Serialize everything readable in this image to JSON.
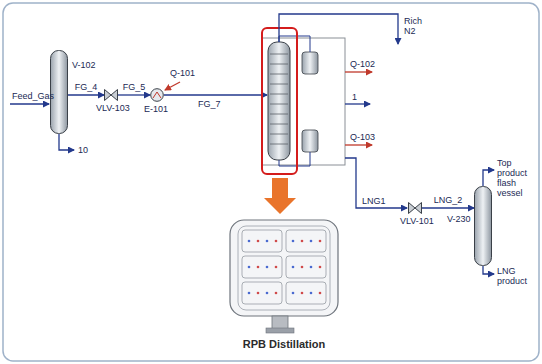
{
  "diagram": {
    "nodes": [
      {
        "text": [
          "V-102"
        ]
      },
      {
        "text": [
          "VLV-103"
        ]
      },
      {
        "text": [
          "E-101"
        ]
      },
      {
        "text": [
          "VLV-101"
        ]
      },
      {
        "text": [
          "V-230"
        ]
      }
    ],
    "edges": [
      {
        "from": 0,
        "to": 1,
        "label": "FG_4",
        "arrow": "to"
      },
      {
        "from": 1,
        "to": 2,
        "label": "FG_5",
        "arrow": "to"
      },
      {
        "from": 3,
        "to": 4,
        "label": "LNG_2",
        "arrow": "to"
      }
    ],
    "labels": [
      "Feed_Gas",
      "10",
      "Q-101",
      "FG_7",
      "Rich N2",
      "Q-102",
      "1",
      "Q-103",
      "LNG1",
      "Top product flash vessel",
      "LNG product",
      "RPB Distillation"
    ]
  }
}
